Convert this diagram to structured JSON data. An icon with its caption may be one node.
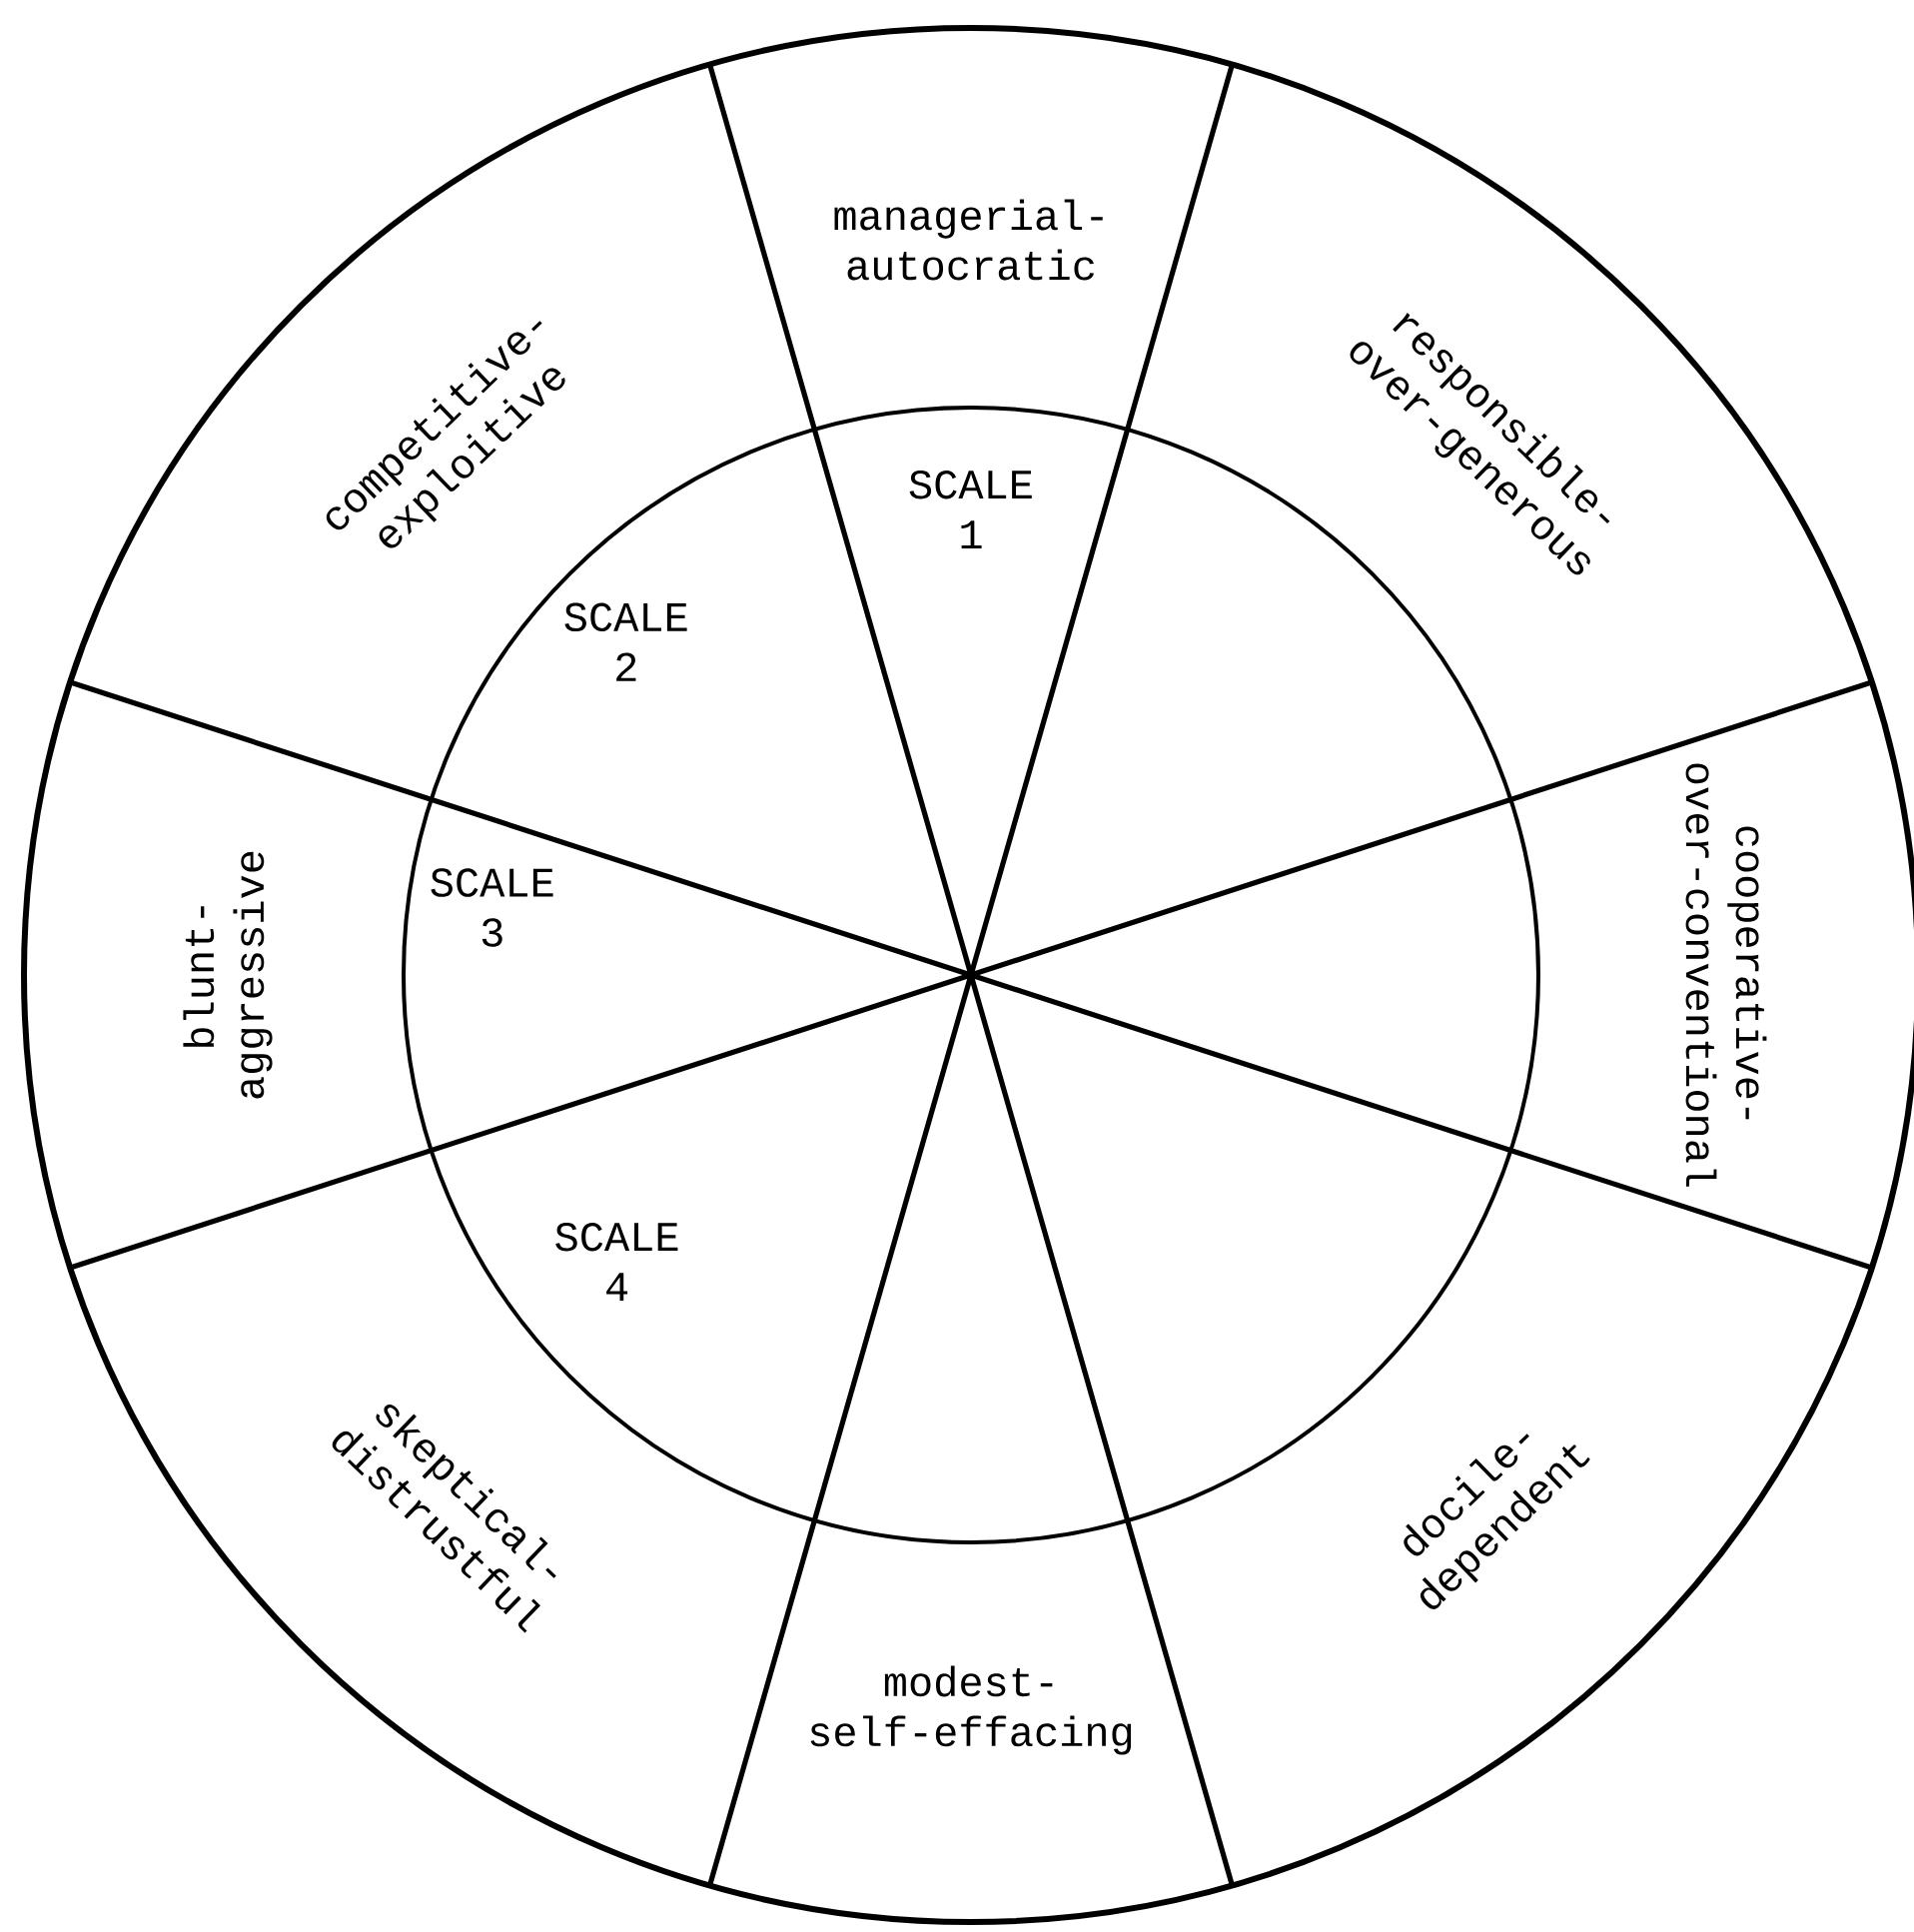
{
  "diagram": {
    "nodes": [
      {
        "text": [
          "managerial- autocratic"
        ]
      },
      {
        "text": [
          "responsible- over-generous"
        ]
      },
      {
        "text": [
          "cooperative- over-conventional"
        ]
      },
      {
        "text": [
          "docile- dependent"
        ]
      },
      {
        "text": [
          "modest- self-effacing"
        ]
      },
      {
        "text": [
          "skeptical- distrustful"
        ]
      },
      {
        "text": [
          "blunt- aggressive"
        ]
      },
      {
        "text": [
          "competitive- exploitive"
        ]
      },
      {
        "text": [
          "SCALE 1"
        ]
      },
      {
        "text": [
          "SCALE 2"
        ]
      },
      {
        "text": [
          "SCALE 3"
        ]
      },
      {
        "text": [
          "SCALE 4"
        ]
      }
    ]
  }
}
